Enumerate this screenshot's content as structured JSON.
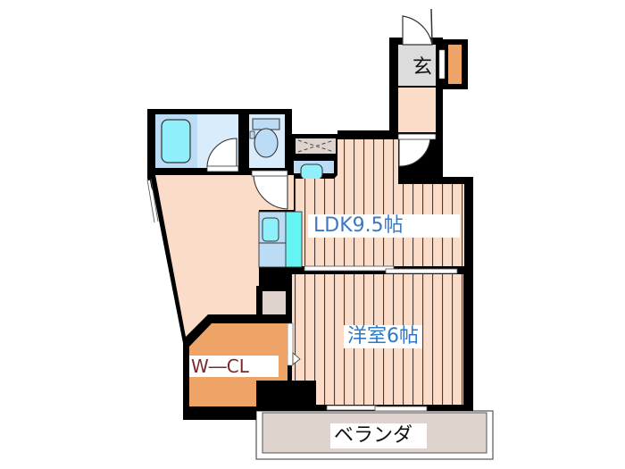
{
  "floor_plan": {
    "rooms": {
      "ldk": {
        "label": "LDK9.5帖",
        "type": "LDK",
        "size_jo": 9.5
      },
      "western_room": {
        "label": "洋室6帖",
        "type": "洋室",
        "size_jo": 6
      },
      "walk_in_closet": {
        "label": "W―CL"
      },
      "veranda": {
        "label": "ベランダ"
      },
      "entrance": {
        "label": "玄"
      }
    },
    "colors": {
      "wall": "#000000",
      "floor": "#fadcc8",
      "wet_area": "#d9ecfb",
      "bathtub": "#8ff0fb",
      "closet": "#efa467",
      "storage": "#ddd4cc",
      "veranda": "#ded4cd",
      "entrance": "#dcdcdc",
      "ldk_text": "#3b78c0",
      "room_text": "#2f78c6",
      "closet_text": "#7a2a2a"
    }
  }
}
